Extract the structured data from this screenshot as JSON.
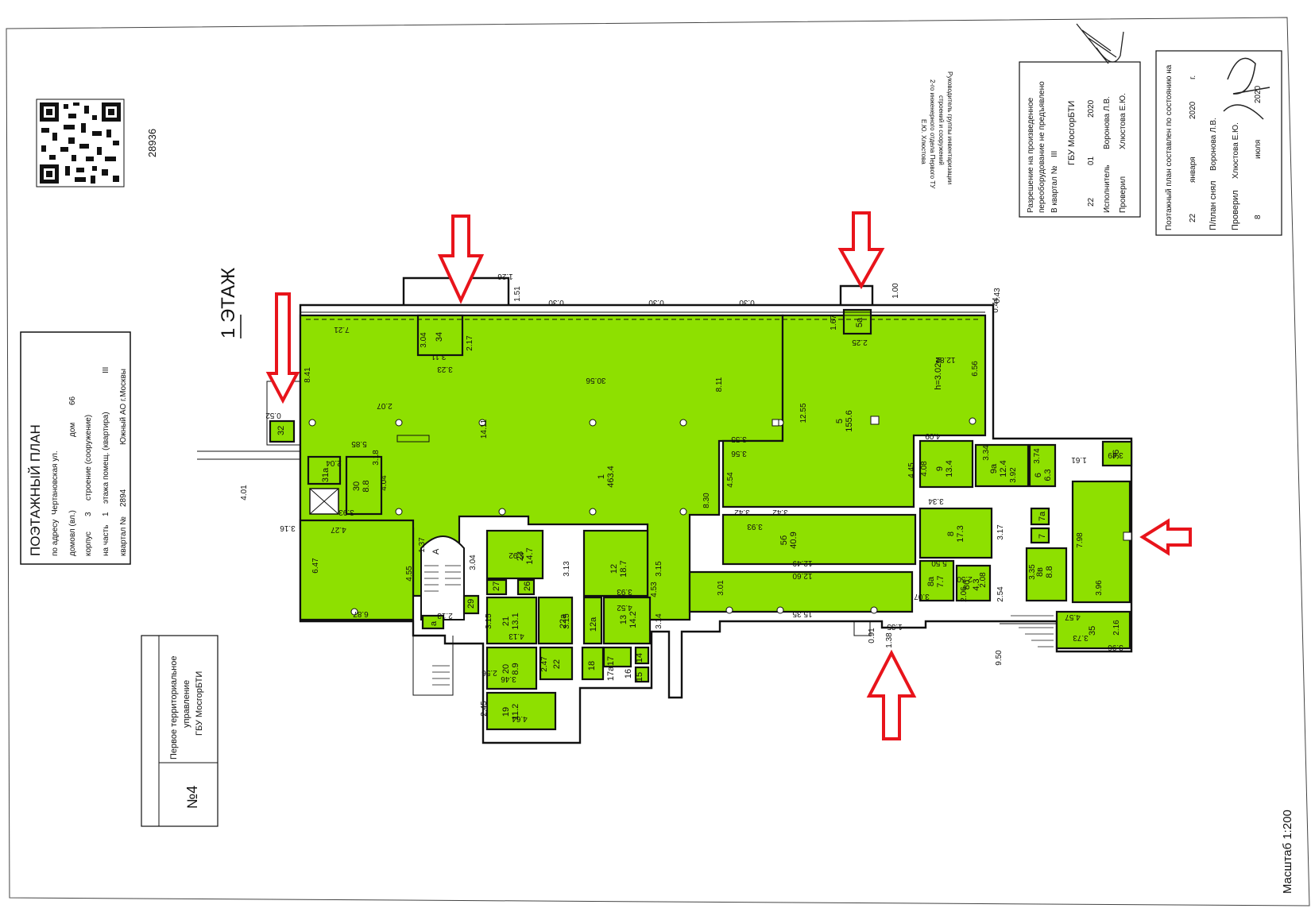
{
  "floor_title": "1 ЭТАЖ",
  "doc_number": "28936",
  "scale": "Масштаб 1:200",
  "stamp": {
    "title": "ПОЭТАЖНЫЙ ПЛАН",
    "address_label": "по адресу",
    "street": "Чертановская ул.",
    "house_label": "домовл (вл.)",
    "dom_label": "дом",
    "dom": "66",
    "korpus_label": "корпус",
    "korpus": "3",
    "stroenie_label": "строение (сооружение)",
    "part_label": "на часть",
    "part": "1",
    "floor_label": "этажа помещ. (квартира)",
    "floor_value": "III",
    "kvartal_label": "квартал №",
    "kvartal": "2894",
    "district": "Южный АО г.Москвы"
  },
  "office": {
    "line1": "Первое территориальное",
    "line2": "управление",
    "line3": "ГБУ МосгорБТИ",
    "number": "№4"
  },
  "permission": {
    "line1": "Разрешение на произведенное",
    "line2": "переоборудование не предъявлено",
    "line3": "В квартал №",
    "value": "III",
    "org": "ГБУ МосгорБТИ",
    "date_day": "22",
    "date_month": "01",
    "date_year": "2020",
    "executor_label": "Исполнитель",
    "executor": "Воронова Л.В.",
    "checker_label": "Проверил",
    "checker": "Хлюстова Е.Ю."
  },
  "plan_state": {
    "line1": "Поэтажный план составлен по состоянию на",
    "day": "22",
    "month": "января",
    "year": "2020",
    "year_suffix": "г.",
    "removed_label": "П/план снял",
    "removed_by": "Воронова Л.В.",
    "checked_label": "Проверил",
    "checked_by": "Хлюстова Е.Ю.",
    "check_day": "8",
    "check_month": "июля",
    "check_year": "2020"
  },
  "head_note": {
    "line1": "Руководитель группы инвентаризации",
    "line2": "строений и сооружений",
    "line3": "2-го инженерного отдела Первого ТУ",
    "line4": "Е.Ю. Хлюстова"
  },
  "room_labels": {
    "r1": "1",
    "r1_area": "463.4",
    "r5": "5",
    "r5_area": "155.6",
    "r5a": "5а",
    "r5b": "5б",
    "r5b_area": "40.9",
    "r8": "8",
    "r8_area": "17.3",
    "r8a": "8а",
    "r8a_area": "7.7",
    "r8b": "8б",
    "r8b_area": "4.3",
    "r8v": "8в",
    "r8v_area": "8.8",
    "r9": "9",
    "r9_area": "13.4",
    "r9a": "9а",
    "r9a_area": "12.4",
    "r6": "6",
    "r6_area": "6.3",
    "r7": "7",
    "r7a": "7а",
    "r12": "12",
    "r12_area": "18.7",
    "r12a": "12а",
    "r13": "13",
    "r13_area": "14.2",
    "r14": "14",
    "r15": "15",
    "r16": "16",
    "r17": "17",
    "r17a": "17а",
    "r18": "18",
    "r19": "19",
    "r19_area": "11.2",
    "r20": "20",
    "r20_area": "8.9",
    "r21": "21",
    "r21_area": "13.1",
    "r22": "22",
    "r22a": "22а",
    "r23": "23",
    "r23_area": "14.7",
    "r26": "26",
    "r27": "27",
    "r29": "29",
    "r30": "30",
    "r30_area": "8.8",
    "r31a": "31а",
    "r32": "32",
    "r34": "34",
    "r35": "35",
    "r36": "36",
    "ra": "а",
    "rA": "А",
    "height": "h=3.02м"
  },
  "dimensions": [
    "7.21",
    "3.04",
    "3.11",
    "3.23",
    "2.17",
    "1.26",
    "1.51",
    "0.30",
    "0.30",
    "0.30",
    "1.00",
    "0.43",
    "0.44",
    "1.67",
    "2.25",
    "12.82",
    "6.56",
    "30.56",
    "8.11",
    "14.11",
    "2.07",
    "8.41",
    "0.52",
    "5.85",
    "3.18",
    "2.04",
    "4.04",
    "3.93",
    "4.27",
    "4.01",
    "3.16",
    "6.47",
    "6.87",
    "4.55",
    "1.37",
    "3.04",
    "2.13",
    "12.55",
    "4.09",
    "3.55",
    "3.56",
    "4.54",
    "8.30",
    "4.45",
    "4.08",
    "3.34",
    "3.34",
    "3.92",
    "3.74",
    "1.61",
    "3.49",
    "3.42",
    "3.42",
    "3.93",
    "12.49",
    "12.60",
    "3.17",
    "5.50",
    "3.01",
    "15.35",
    "4.53",
    "5.92",
    "3.13",
    "3.15",
    "3.93",
    "4.52",
    "3.15",
    "4.13",
    "3.14",
    "3.15",
    "2.56",
    "3.46",
    "2.47",
    "2.45",
    "4.64",
    "7.98",
    "3.96",
    "2.50",
    "3.07",
    "2.08",
    "2.06",
    "2.54",
    "3.35",
    "4.57",
    "2.16",
    "3.73",
    "3.96",
    "9.50",
    "1.38",
    "0.91",
    "1.35"
  ]
}
